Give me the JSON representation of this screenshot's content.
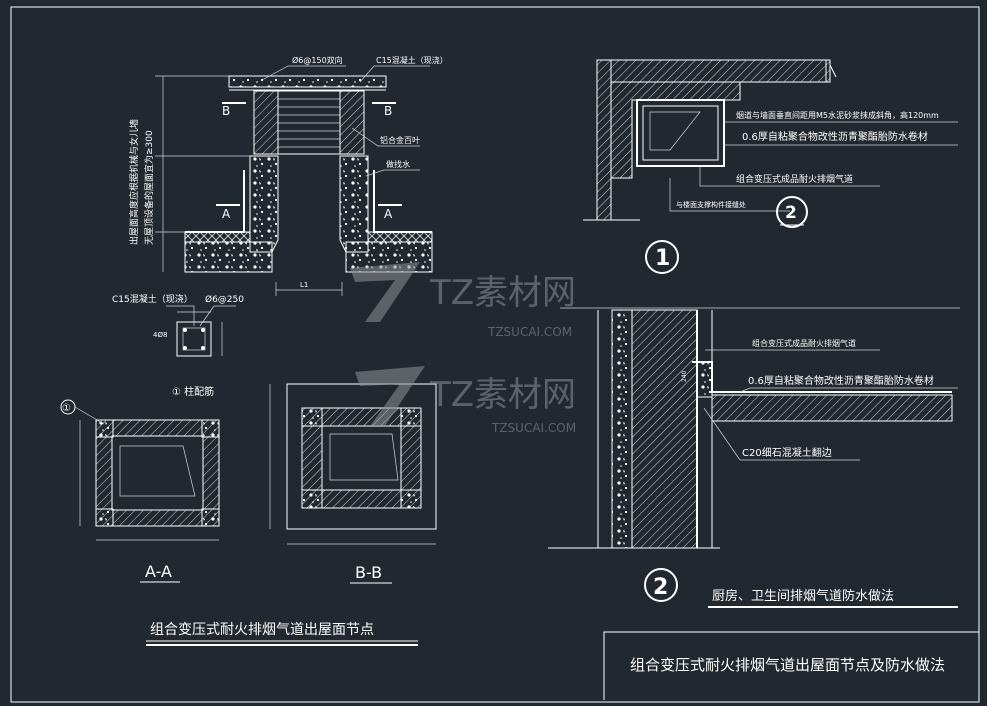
{
  "title_block": {
    "main_title": "组合变压式耐火排烟气道出屋面节点及防水做法"
  },
  "left_detail": {
    "caption": "组合变压式耐火排烟气道出屋面节点",
    "labels": {
      "top_rebar": "Ø6@150双向",
      "top_slab": "C15混凝土（现浇）",
      "louver": "铝合金百叶",
      "plaster": "做找水",
      "vertical_note_1": "出屋面高度应根据机械与女儿墙",
      "vertical_note_2": "无屋顶设备的屋面宜为≥300",
      "section_a": "A",
      "section_b": "B",
      "dim_l": "L1"
    }
  },
  "column_detail": {
    "concrete": "C15混凝土（现浇）",
    "rebar": "Ø6@250",
    "corner": "4Ø8",
    "caption": "① 柱配筋"
  },
  "section_aa": {
    "label": "A-A",
    "mark": "①"
  },
  "section_bb": {
    "label": "B-B"
  },
  "detail_1": {
    "note_1": "烟道与墙面垂直间距用M5水泥砂浆抹成斜角，高120mm",
    "note_2": "0.6厚自粘聚合物改性沥青聚酯胎防水卷材",
    "note_3": "组合变压式成品耐火排烟气道",
    "note_4": "与楼面支撑构件接缝处",
    "mark_1": "1",
    "mark_2": "2"
  },
  "detail_2": {
    "note_1": "组合变压式成品耐火排烟气道",
    "note_2": "0.6厚自粘聚合物改性沥青聚酯胎防水卷材",
    "note_3": "C20细石混凝土翻边",
    "caption": "厨房、卫生间排烟气道防水做法",
    "mark": "2"
  },
  "watermark": {
    "brand": "TZ素材网",
    "url": "TZSUCAI.COM"
  }
}
